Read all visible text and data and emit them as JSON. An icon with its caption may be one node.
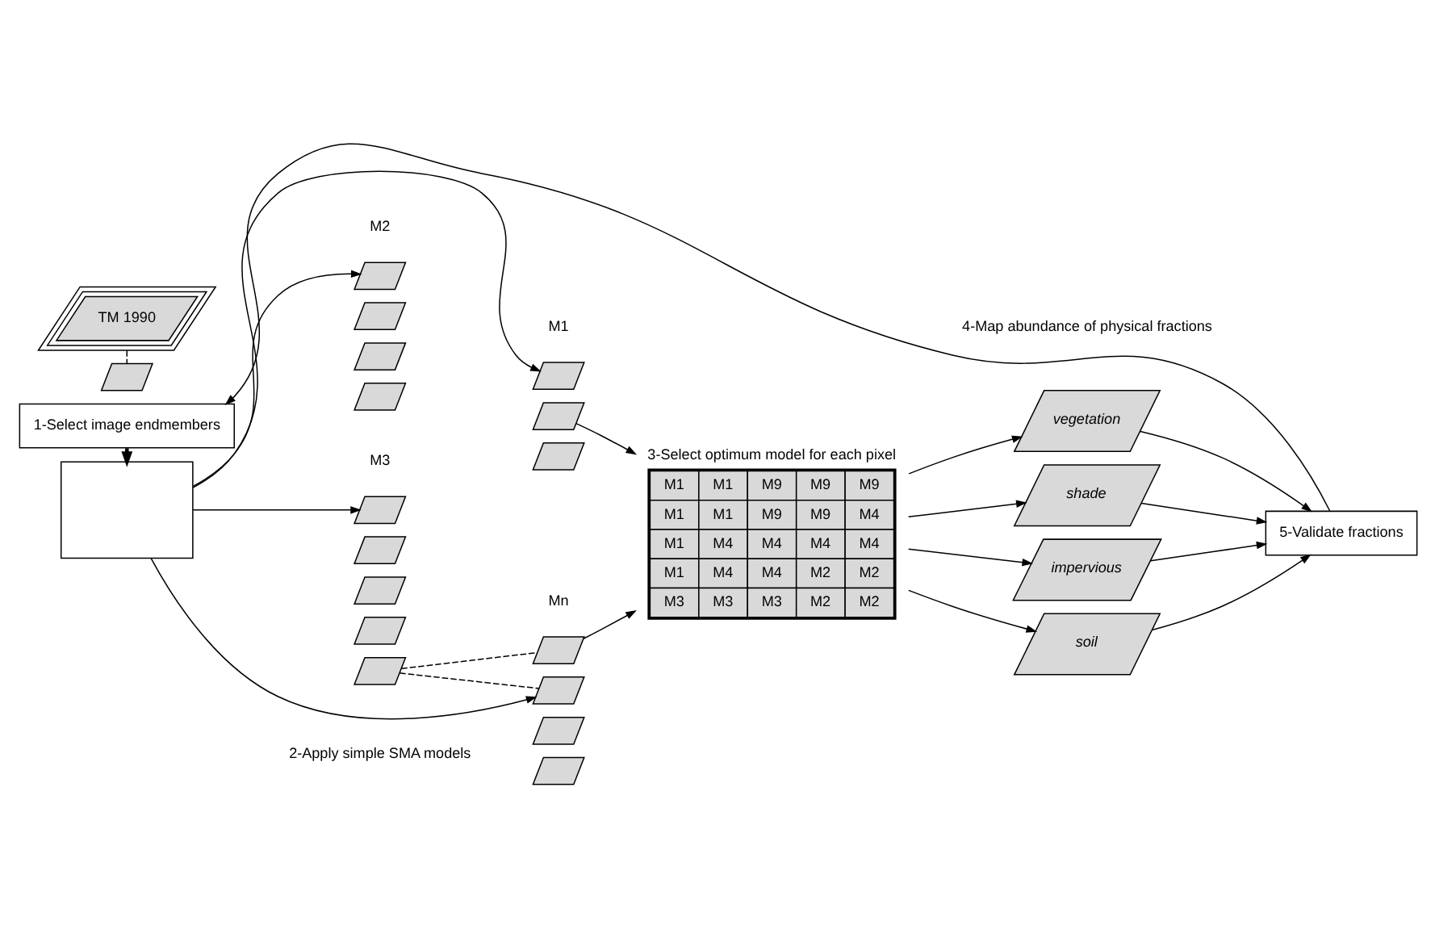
{
  "diagram": {
    "nodes": [
      {
        "text": [
          "TM 1990"
        ]
      },
      {
        "text": [],
        "shape": "parallelogram"
      },
      {
        "text": [
          "1-Select image endmembers"
        ]
      },
      {
        "text": [],
        "shape": "box"
      },
      {
        "text": [],
        "shape": "parallelogram"
      },
      {
        "text": [],
        "shape": "parallelogram"
      },
      {
        "text": [],
        "shape": "parallelogram"
      },
      {
        "text": [],
        "shape": "parallelogram"
      },
      {
        "text": [],
        "shape": "parallelogram"
      },
      {
        "text": [],
        "shape": "parallelogram"
      },
      {
        "text": [],
        "shape": "parallelogram"
      },
      {
        "text": [],
        "shape": "parallelogram"
      },
      {
        "text": [],
        "shape": "parallelogram"
      },
      {
        "text": [],
        "shape": "parallelogram"
      },
      {
        "text": [],
        "shape": "parallelogram"
      },
      {
        "text": [],
        "shape": "parallelogram"
      },
      {
        "text": [],
        "shape": "parallelogram"
      },
      {
        "text": [],
        "shape": "parallelogram"
      },
      {
        "text": [],
        "shape": "parallelogram"
      },
      {
        "text": [],
        "shape": "parallelogram"
      },
      {
        "text": [
          "3-Select optimum model for each pixel",
          "M1",
          "M1",
          "M9",
          "M9",
          "M9",
          "M1",
          "M1",
          "M9",
          "M9",
          "M4",
          "M1",
          "M4",
          "M4",
          "M4",
          "M4",
          "M1",
          "M4",
          "M4",
          "M2",
          "M2",
          "M3",
          "M3",
          "M3",
          "M2",
          "M2"
        ]
      },
      {
        "text": [
          "vegetation"
        ]
      },
      {
        "text": [
          "shade"
        ]
      },
      {
        "text": [
          "impervious"
        ]
      },
      {
        "text": [
          "soil"
        ]
      },
      {
        "text": [
          "5-Validate fractions"
        ]
      }
    ],
    "edges": [
      {
        "from": 0,
        "to": 1,
        "arrow": "none",
        "style": "dashed"
      },
      {
        "from": 2,
        "to": 3,
        "arrow": "to",
        "style": "thick"
      },
      {
        "from": 3,
        "to": 4,
        "arrow": "to"
      },
      {
        "from": 3,
        "to": 7,
        "arrow": "to"
      },
      {
        "from": 3,
        "to": 11,
        "arrow": "to"
      },
      {
        "from": 3,
        "to": 16,
        "arrow": "to"
      },
      {
        "from": 15,
        "to": 16,
        "arrow": "none",
        "style": "dashed"
      },
      {
        "from": 15,
        "to": 17,
        "arrow": "none",
        "style": "dashed"
      },
      {
        "from": 5,
        "to": 20,
        "arrow": "to"
      },
      {
        "from": 17,
        "to": 20,
        "arrow": "to"
      },
      {
        "from": 20,
        "to": 21,
        "arrow": "to"
      },
      {
        "from": 20,
        "to": 22,
        "arrow": "to"
      },
      {
        "from": 20,
        "to": 23,
        "arrow": "to"
      },
      {
        "from": 20,
        "to": 24,
        "arrow": "to"
      },
      {
        "from": 21,
        "to": 25,
        "arrow": "to"
      },
      {
        "from": 22,
        "to": 25,
        "arrow": "to"
      },
      {
        "from": 23,
        "to": 25,
        "arrow": "to"
      },
      {
        "from": 24,
        "to": 25,
        "arrow": "to"
      },
      {
        "from": 25,
        "to": 2,
        "arrow": "to"
      }
    ],
    "labels": [
      "2-Apply simple SMA models",
      "M1",
      "M2",
      "M3",
      "Mn",
      "4-Map abundance of physical fractions"
    ]
  }
}
